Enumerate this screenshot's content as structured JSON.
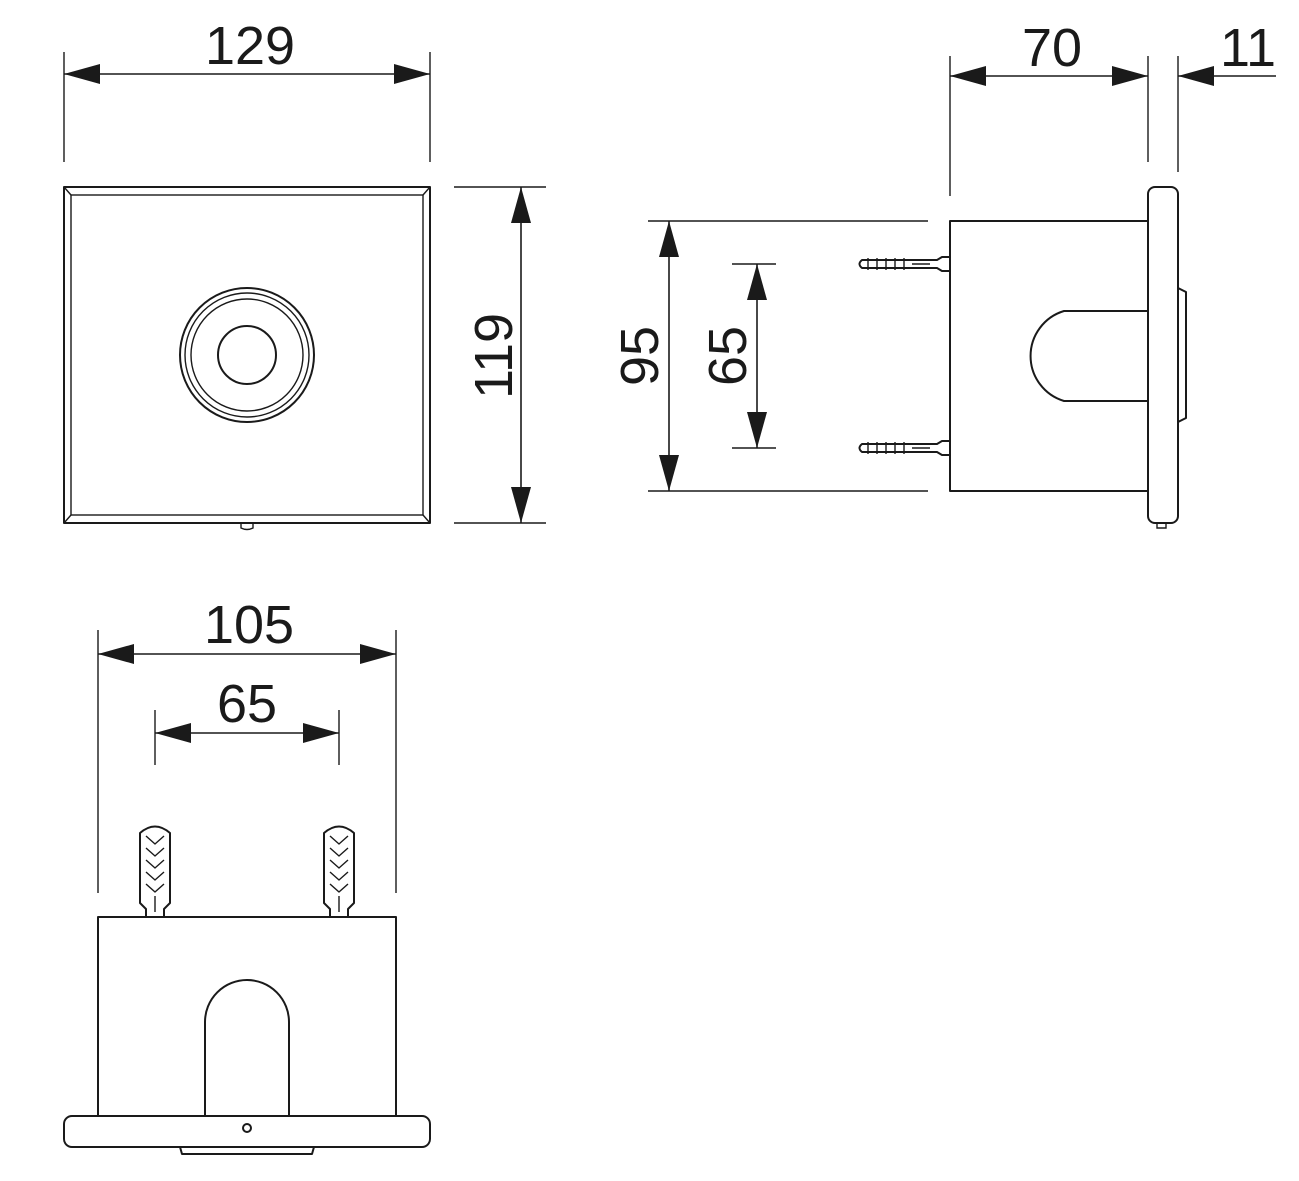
{
  "dimensions": {
    "front_width": "129",
    "front_height": "119",
    "side_depth": "70",
    "side_plate": "11",
    "side_height": "95",
    "side_hole_spacing": "65",
    "bottom_width": "105",
    "bottom_hole_spacing": "65"
  },
  "colors": {
    "line": "#1a1a1a",
    "background": "#ffffff"
  }
}
